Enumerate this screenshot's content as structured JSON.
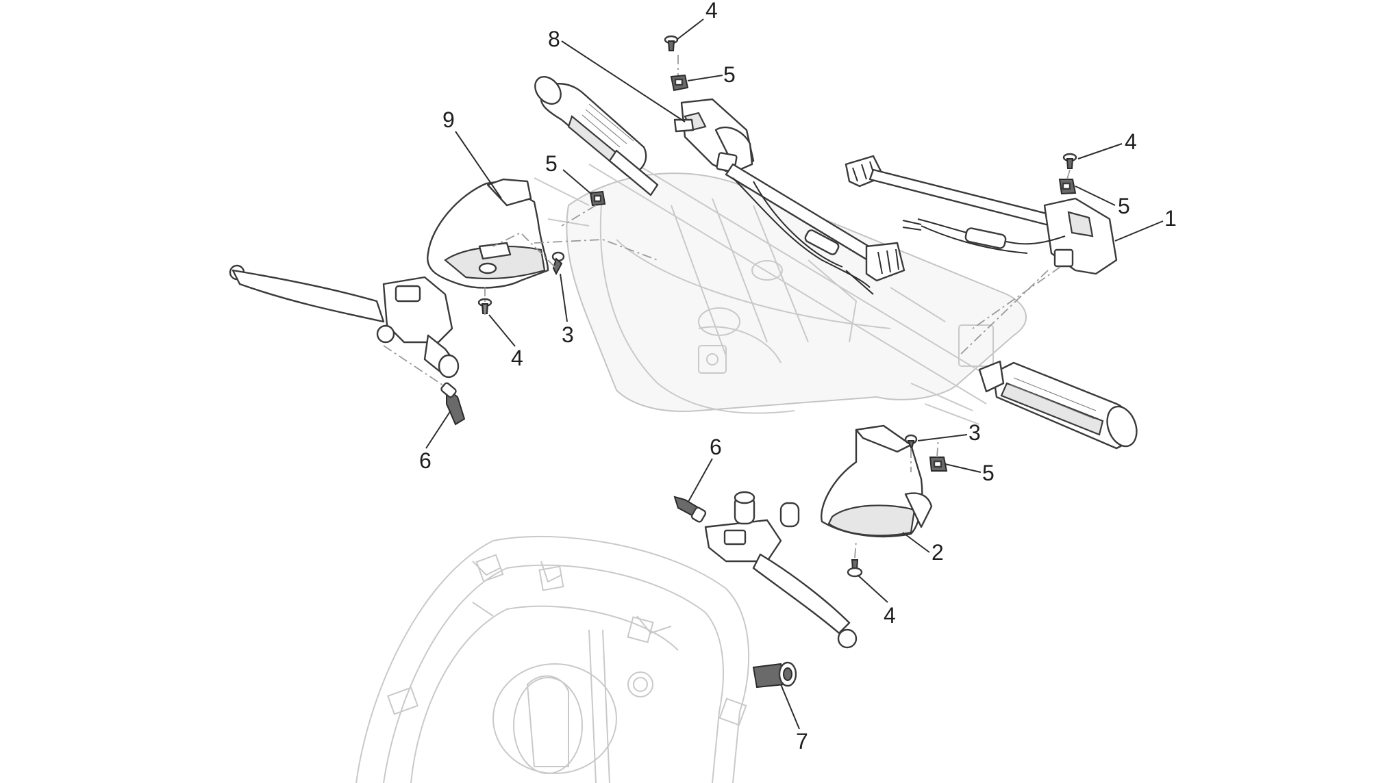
{
  "diagram": {
    "callouts": [
      {
        "id": "c1",
        "label": "1"
      },
      {
        "id": "c2",
        "label": "2"
      },
      {
        "id": "c3a",
        "label": "3"
      },
      {
        "id": "c3b",
        "label": "3"
      },
      {
        "id": "c4a",
        "label": "4"
      },
      {
        "id": "c4b",
        "label": "4"
      },
      {
        "id": "c4c",
        "label": "4"
      },
      {
        "id": "c4d",
        "label": "4"
      },
      {
        "id": "c5a",
        "label": "5"
      },
      {
        "id": "c5b",
        "label": "5"
      },
      {
        "id": "c5c",
        "label": "5"
      },
      {
        "id": "c5d",
        "label": "5"
      },
      {
        "id": "c6a",
        "label": "6"
      },
      {
        "id": "c6b",
        "label": "6"
      },
      {
        "id": "c7",
        "label": "7"
      },
      {
        "id": "c8",
        "label": "8"
      },
      {
        "id": "c9",
        "label": "9"
      }
    ]
  }
}
